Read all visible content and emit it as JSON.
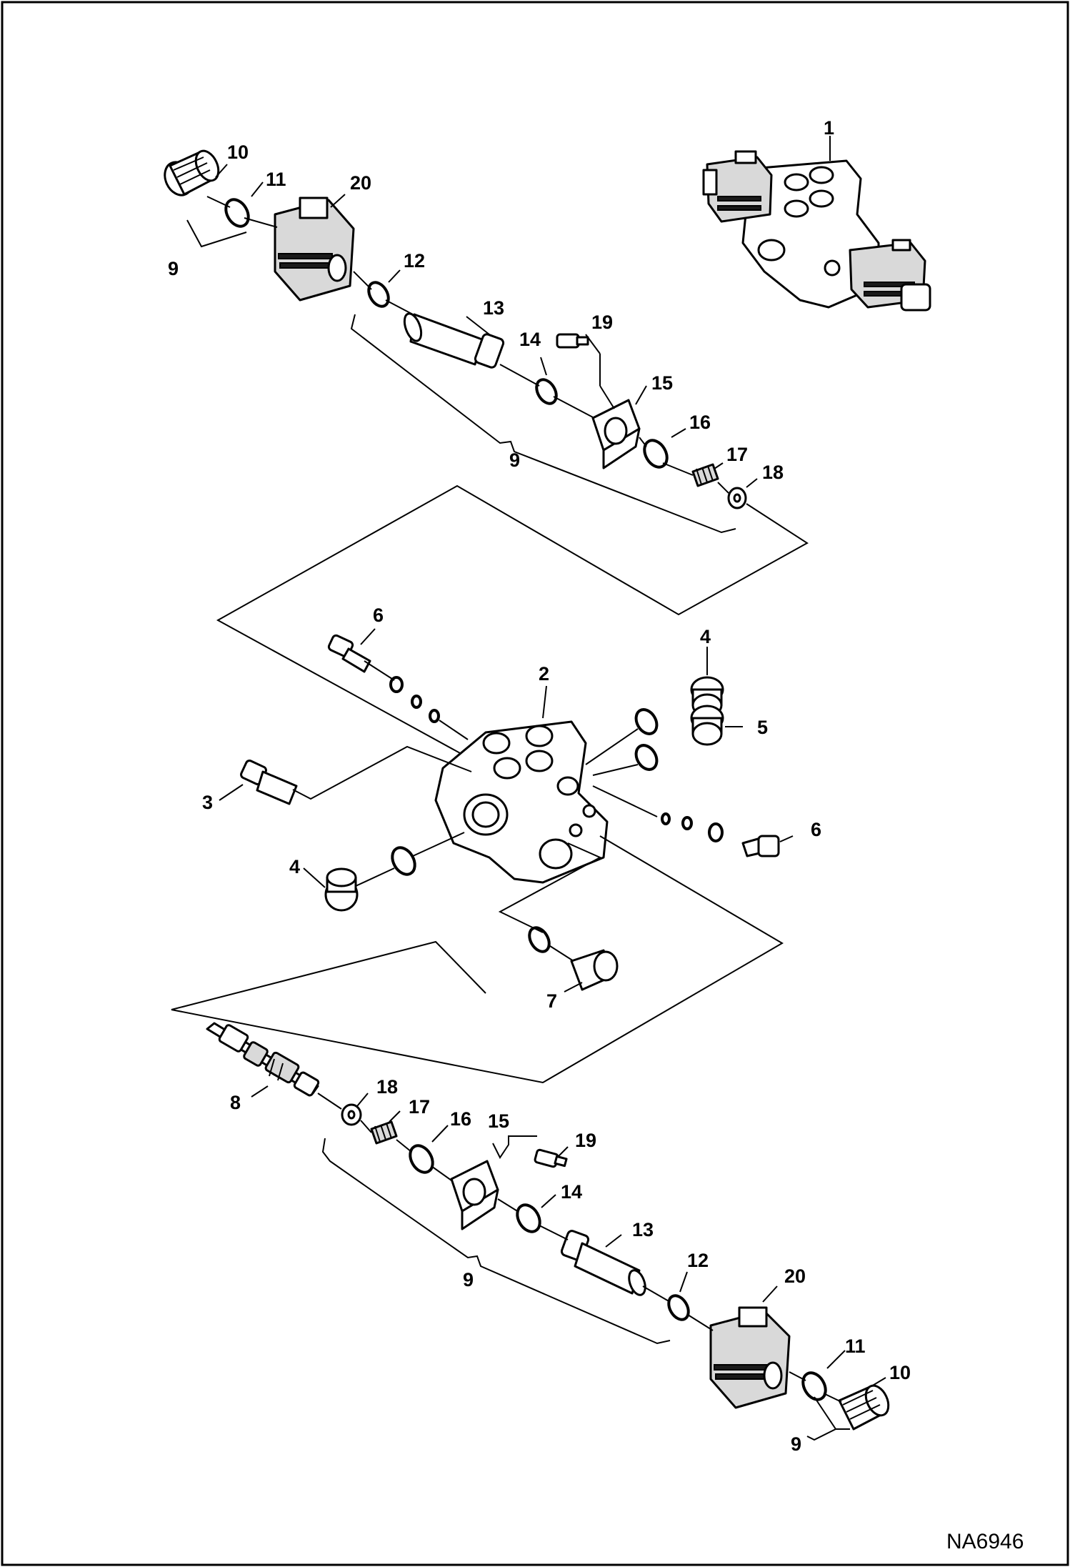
{
  "drawing": {
    "reference": "NA6946"
  },
  "callouts": {
    "c1": "1",
    "c2": "2",
    "c3": "3",
    "c4a": "4",
    "c4b": "4",
    "c5": "5",
    "c6a": "6",
    "c6b": "6",
    "c7": "7",
    "c8": "8",
    "c9a": "9",
    "c9b": "9",
    "c9c": "9",
    "c9d": "9",
    "c10a": "10",
    "c10b": "10",
    "c11a": "11",
    "c11b": "11",
    "c12a": "12",
    "c12b": "12",
    "c13a": "13",
    "c13b": "13",
    "c14a": "14",
    "c14b": "14",
    "c15a": "15",
    "c15b": "15",
    "c16a": "16",
    "c16b": "16",
    "c17a": "17",
    "c17b": "17",
    "c18a": "18",
    "c18b": "18",
    "c19a": "19",
    "c19b": "19",
    "c20a": "20",
    "c20b": "20"
  }
}
